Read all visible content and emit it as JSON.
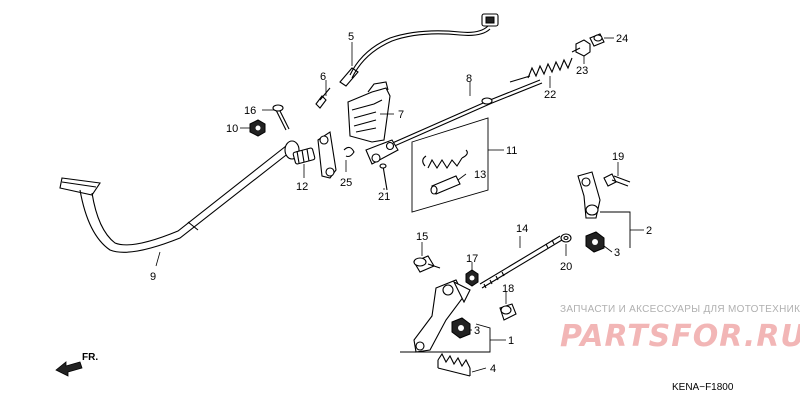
{
  "diagram": {
    "code": "KENA−F1800",
    "direction_label": "FR.",
    "part_labels": [
      "1",
      "2",
      "3",
      "3",
      "4",
      "5",
      "6",
      "7",
      "8",
      "9",
      "10",
      "11",
      "12",
      "13",
      "14",
      "15",
      "16",
      "17",
      "18",
      "19",
      "20",
      "21",
      "22",
      "23",
      "24",
      "25"
    ]
  },
  "watermark": {
    "line1": "ЗАПЧАСТИ И АКСЕССУАРЫ ДЛЯ МОТОТЕХНИКИ",
    "line2": "PARTSFOR.RU"
  }
}
